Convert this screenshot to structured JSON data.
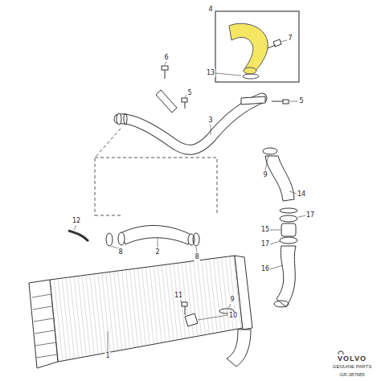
{
  "diagram": {
    "labels": [
      "4",
      "7",
      "13",
      "6",
      "5",
      "3",
      "5",
      "9",
      "14",
      "17",
      "15",
      "17",
      "16",
      "12",
      "2",
      "8",
      "8",
      "11",
      "9",
      "10",
      "1",
      "VOLVO",
      "GENUINE PARTS",
      "GR-387685"
    ]
  }
}
